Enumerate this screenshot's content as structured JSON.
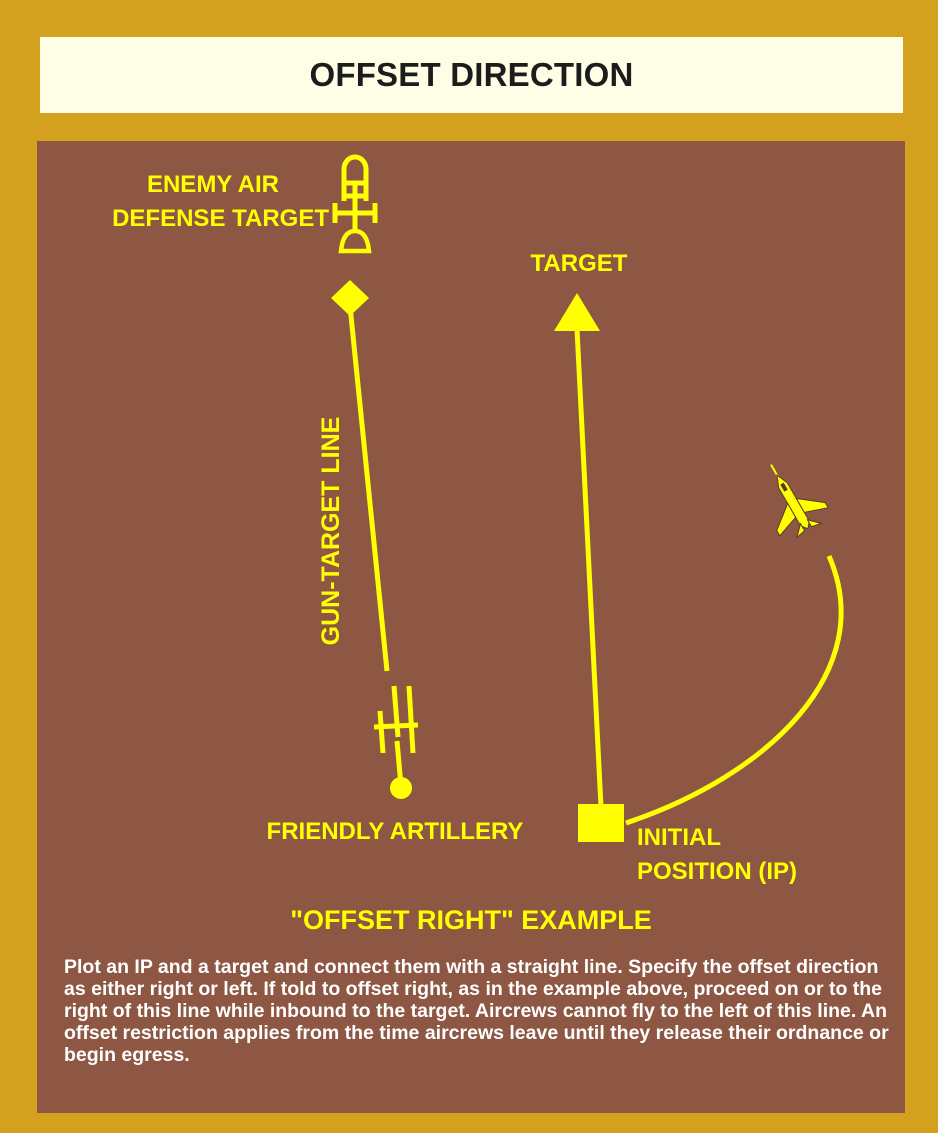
{
  "title": "OFFSET DIRECTION",
  "labels": {
    "enemy_air_defense_line1": "ENEMY AIR",
    "enemy_air_defense_line2": "DEFENSE TARGET",
    "target": "TARGET",
    "gun_target_line": "GUN-TARGET LINE",
    "friendly_artillery": "FRIENDLY ARTILLERY",
    "initial_position_line1": "INITIAL",
    "initial_position_line2": "POSITION (IP)"
  },
  "caption": "\"OFFSET RIGHT\" EXAMPLE",
  "description": "Plot an IP and a target and connect them with a straight line.  Specify the offset direction as either right or left.  If told to offset right, as in the example above, proceed on or to the right of this line while inbound to the target.  Aircrews cannot fly to the left of this line.  An offset restriction applies from the time aircrews leave until they release their ordnance or begin egress.",
  "colors": {
    "frame": "#d4a11e",
    "title_background": "#fefde6",
    "panel": "#8e5744",
    "symbol": "#ffff00",
    "description_text": "#ffffff"
  },
  "icons": [
    "air-defense-symbol",
    "diamond-marker",
    "artillery-symbol",
    "triangle-arrowhead",
    "square-marker",
    "aircraft-icon"
  ]
}
